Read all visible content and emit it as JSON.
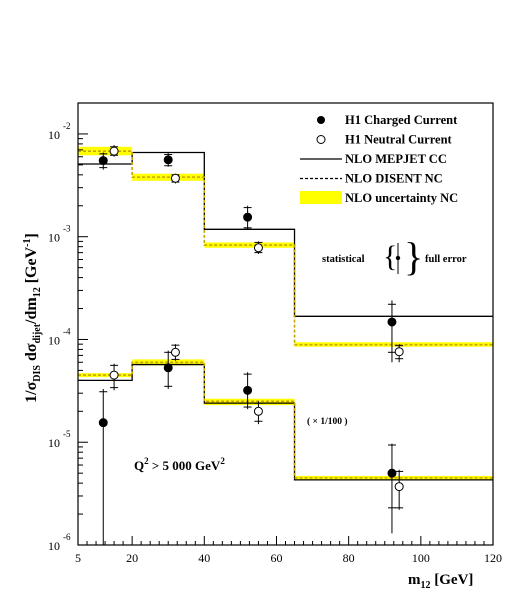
{
  "chart_data": {
    "type": "scatter",
    "title": "",
    "xlabel": "m",
    "xlabel_sub": "12",
    "xlabel_unit": " [GeV]",
    "ylabel_text": "1/σ",
    "ylabel_sub1": "DIS",
    "ylabel_mid": " dσ",
    "ylabel_sub2": "dijet",
    "ylabel_mid2": "/dm",
    "ylabel_sub3": "12",
    "ylabel_unit": " [GeV",
    "ylabel_sup": "-1",
    "ylabel_close": "]",
    "xlim": [
      5,
      120
    ],
    "ylim": [
      1e-06,
      0.02
    ],
    "yscale": "log",
    "x_ticks": [
      5,
      20,
      40,
      60,
      80,
      100,
      120
    ],
    "x_tick_labels": [
      "5",
      "20",
      "40",
      "60",
      "80",
      "100",
      "120"
    ],
    "y_ticks": [
      1e-06,
      1e-05,
      0.0001,
      0.001,
      0.01
    ],
    "y_tick_bases": [
      "10",
      "10",
      "10",
      "10",
      "10"
    ],
    "y_tick_exps": [
      "-6",
      "-5",
      "-4",
      "-3",
      "-2"
    ],
    "bin_edges": [
      5,
      20,
      40,
      65,
      120
    ],
    "series": [
      {
        "name": "H1 Charged Current",
        "kind": "points",
        "marker": "filled-circle",
        "x": [
          12,
          30,
          52,
          92
        ],
        "y": [
          0.0055,
          0.0056,
          0.00155,
          0.000148
        ],
        "err_lo": [
          0.0047,
          0.0049,
          0.00122,
          7.5e-05
        ],
        "err_hi": [
          0.0064,
          0.0063,
          0.00192,
          0.00022
        ],
        "full_lo": [
          0.0045,
          0.0048,
          0.00118,
          6e-05
        ],
        "full_hi": [
          0.0066,
          0.0065,
          0.002,
          0.00024
        ]
      },
      {
        "name": "H1 Neutral Current",
        "kind": "points",
        "marker": "open-circle",
        "x": [
          15,
          32,
          55,
          94
        ],
        "y": [
          0.0068,
          0.0037,
          0.00078,
          7.6e-05
        ],
        "err_lo": [
          0.0062,
          0.0034,
          0.0007,
          6.5e-05
        ],
        "err_hi": [
          0.0075,
          0.004,
          0.00088,
          8.7e-05
        ],
        "full_lo": [
          0.006,
          0.0033,
          0.00068,
          6e-05
        ],
        "full_hi": [
          0.0078,
          0.0041,
          0.0009,
          9e-05
        ]
      },
      {
        "name": "H1 Charged Current",
        "kind": "points",
        "marker": "filled-circle",
        "x": [
          12,
          30,
          52,
          92
        ],
        "y": [
          1.55e-05,
          5.3e-05,
          3.2e-05,
          5e-06
        ],
        "err_lo": [
          5e-07,
          3.5e-05,
          2.2e-05,
          2.3e-06
        ],
        "err_hi": [
          3.1e-05,
          7.5e-05,
          4.6e-05,
          9.4e-06
        ],
        "full_lo": [
          5e-07,
          3.3e-05,
          2.1e-05,
          1.3e-06
        ],
        "full_hi": [
          3.3e-05,
          7.8e-05,
          4.8e-05,
          9.7e-06
        ]
      },
      {
        "name": "H1 Neutral Current",
        "kind": "points",
        "marker": "open-circle",
        "x": [
          15,
          32,
          55,
          94
        ],
        "y": [
          4.5e-05,
          7.5e-05,
          2e-05,
          3.7e-06
        ],
        "err_lo": [
          3.4e-05,
          6.4e-05,
          1.6e-05,
          2.3e-06
        ],
        "err_hi": [
          5.6e-05,
          8.8e-05,
          2.4e-05,
          5.2e-06
        ],
        "full_lo": [
          3.2e-05,
          6.2e-05,
          1.5e-05,
          2.2e-06
        ],
        "full_hi": [
          5.8e-05,
          9e-05,
          2.5e-05,
          5.4e-06
        ]
      },
      {
        "name": "NLO MEPJET CC",
        "kind": "histogram",
        "style": "solid",
        "values": [
          0.0051,
          0.0066,
          0.00118,
          0.000168
        ]
      },
      {
        "name": "NLO DISENT NC",
        "kind": "histogram",
        "style": "dashed",
        "values": [
          0.0068,
          0.0038,
          0.00083,
          8.9e-05
        ],
        "band_lo": [
          0.0062,
          0.0035,
          0.00078,
          8.5e-05
        ],
        "band_hi": [
          0.0075,
          0.0041,
          0.00088,
          9.4e-05
        ]
      },
      {
        "name": "NLO MEPJET CC",
        "kind": "histogram",
        "style": "solid",
        "values": [
          4e-05,
          5.7e-05,
          2.4e-05,
          4.3e-06
        ]
      },
      {
        "name": "NLO DISENT NC",
        "kind": "histogram",
        "style": "dashed",
        "values": [
          4.5e-05,
          6e-05,
          2.5e-05,
          4.5e-06
        ],
        "band_lo": [
          4.3e-05,
          5.6e-05,
          2.3e-05,
          4.3e-06
        ],
        "band_hi": [
          4.7e-05,
          6.4e-05,
          2.65e-05,
          4.7e-06
        ]
      }
    ],
    "legend": {
      "placement": "top-right",
      "entries": [
        {
          "label": "H1 Charged Current",
          "symbol": "filled-circle"
        },
        {
          "label": "H1 Neutral Current",
          "symbol": "open-circle"
        },
        {
          "label": "NLO MEPJET CC",
          "symbol": "solid-line"
        },
        {
          "label": "NLO DISENT NC",
          "symbol": "dashed-line"
        },
        {
          "label": "NLO uncertainty NC",
          "symbol": "yellow-box"
        }
      ]
    },
    "annotations": {
      "error_key_left": "statistical",
      "error_key_right": "full error",
      "scale_note": "( × 1/100 )",
      "cut_q": "Q",
      "cut_sup": "2",
      "cut_rest": " > 5 000 GeV",
      "cut_sup2": "2"
    },
    "colors": {
      "band": "#ffff00",
      "band_dash": "#c8a400",
      "line": "#000000"
    },
    "grid": false
  }
}
